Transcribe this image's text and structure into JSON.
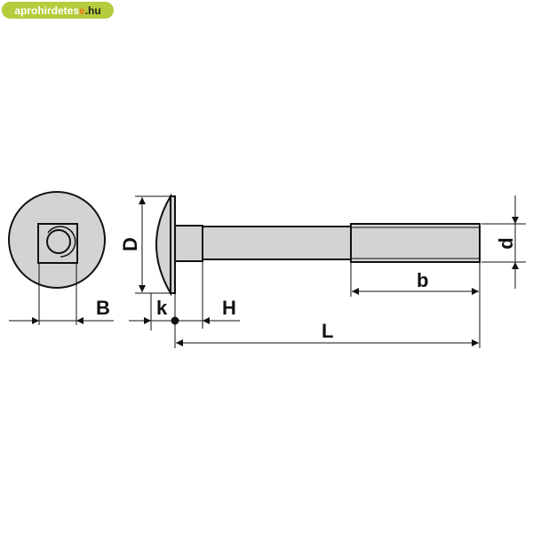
{
  "logo": {
    "prefix": "aprohirdetes",
    "accent": "e",
    "suffix": ".hu"
  },
  "labels": {
    "B": "B",
    "D": "D",
    "k": "k",
    "H": "H",
    "L": "L",
    "b": "b",
    "d": "d"
  },
  "colors": {
    "fill": "#d3d3d3",
    "stroke": "#111111",
    "logo_bg": "#b5cc3c"
  }
}
